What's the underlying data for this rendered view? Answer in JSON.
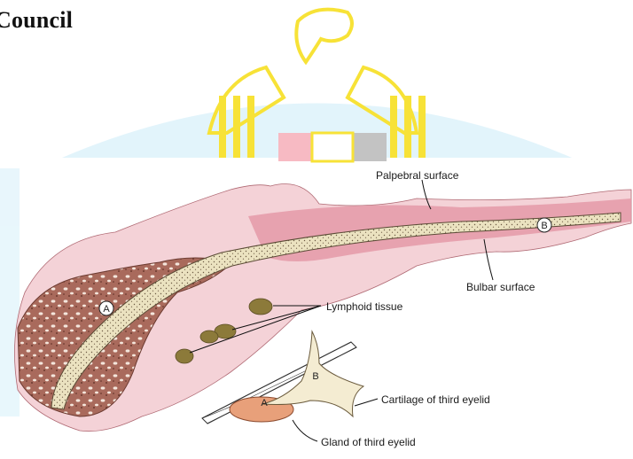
{
  "header": {
    "title": "Council"
  },
  "labels": {
    "palpebral_surface": "Palpebral surface",
    "bulbar_surface": "Bulbar surface",
    "lymphoid_tissue": "Lymphoid tissue",
    "cartilage": "Cartilage of third eyelid",
    "gland": "Gland of third eyelid"
  },
  "markers": {
    "a": "A",
    "b": "B"
  },
  "inset": {
    "a": "A",
    "b": "B"
  },
  "colors": {
    "tissue_pink": "#e6a9b4",
    "gland_brown": "#a86a5e",
    "cartilage_cream": "#efe5c4",
    "watermark_yellow": "#f7df22",
    "watermark_blue": "#dff3fb"
  }
}
